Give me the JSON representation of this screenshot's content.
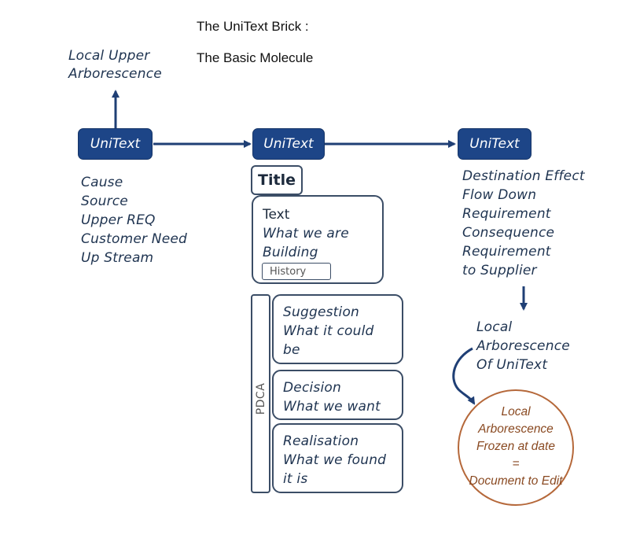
{
  "header": {
    "title": "The UniText Brick :",
    "subtitle": "The Basic Molecule"
  },
  "upper": {
    "label_lines": [
      "Local Upper",
      "Arborescence"
    ]
  },
  "left_node": {
    "label": "UniText",
    "description_lines": [
      "Cause",
      "Source",
      "Upper REQ",
      "Customer Need",
      "Up Stream"
    ]
  },
  "center_node": {
    "label": "UniText",
    "title_label": "Title",
    "text_box": {
      "heading": "Text",
      "lines": [
        "What we are",
        "Building"
      ],
      "history_label": "History"
    },
    "pdca": {
      "label": "PDCA",
      "steps": [
        {
          "lines": [
            "Suggestion",
            "What it could",
            "be"
          ]
        },
        {
          "lines": [
            "Decision",
            "What we want"
          ]
        },
        {
          "lines": [
            "Realisation",
            "What we found",
            "it is"
          ]
        }
      ]
    }
  },
  "right_node": {
    "label": "UniText",
    "description_lines": [
      "Destination Effect",
      "Flow Down",
      "Requirement",
      "Consequence",
      "Requirement",
      "to Supplier"
    ],
    "local_lines": [
      "Local",
      "Arborescence",
      "Of UniText"
    ],
    "circle_lines": [
      "Local",
      "Arborescence",
      "Frozen at date",
      "=",
      "Document to Edit"
    ]
  },
  "colors": {
    "node_fill": "#1d4587",
    "arrow": "#1f3f75",
    "outline": "#3b4d66",
    "circle_stroke": "#b5683a",
    "circle_text": "#8a4a22"
  }
}
